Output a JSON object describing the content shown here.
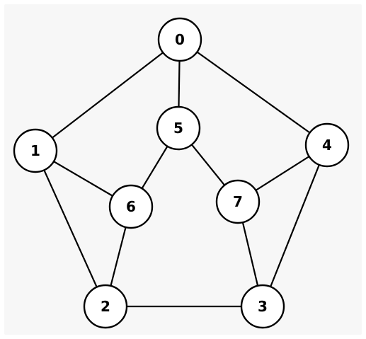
{
  "graph": {
    "nodes": [
      {
        "id": "0",
        "label": "0"
      },
      {
        "id": "1",
        "label": "1"
      },
      {
        "id": "2",
        "label": "2"
      },
      {
        "id": "3",
        "label": "3"
      },
      {
        "id": "4",
        "label": "4"
      },
      {
        "id": "5",
        "label": "5"
      },
      {
        "id": "6",
        "label": "6"
      },
      {
        "id": "7",
        "label": "7"
      }
    ],
    "edges": [
      [
        "0",
        "1"
      ],
      [
        "0",
        "5"
      ],
      [
        "0",
        "4"
      ],
      [
        "1",
        "6"
      ],
      [
        "1",
        "2"
      ],
      [
        "5",
        "6"
      ],
      [
        "5",
        "7"
      ],
      [
        "4",
        "7"
      ],
      [
        "4",
        "3"
      ],
      [
        "6",
        "2"
      ],
      [
        "7",
        "3"
      ],
      [
        "2",
        "3"
      ]
    ]
  },
  "colors": {
    "background": "#f7f7f7",
    "node_fill": "#ffffff",
    "stroke": "#000000"
  }
}
